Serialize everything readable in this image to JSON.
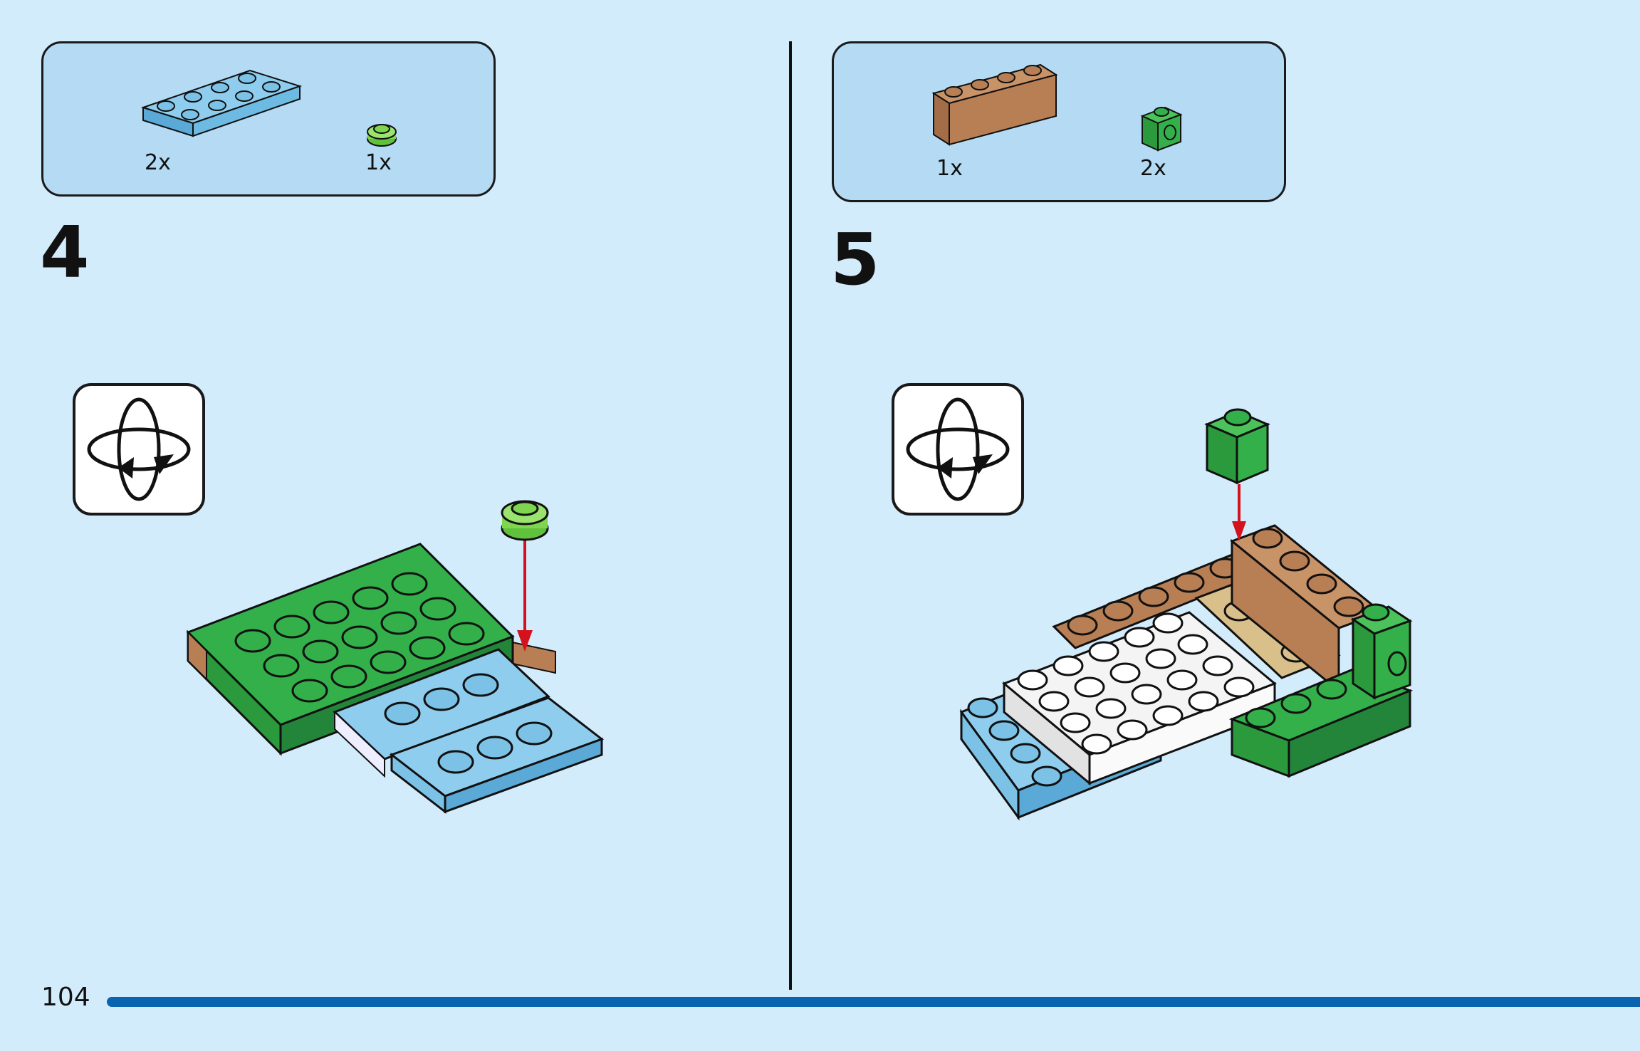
{
  "colors": {
    "background": "#d3ecfb",
    "parts_box": "#b4dbf3",
    "page_bar": "#0a63b0",
    "green_plate": "#33b04a",
    "light_blue": "#7cc2e6",
    "tan": "#b87f55",
    "lime": "#7dd64e",
    "arrow_red": "#d4121e"
  },
  "step4": {
    "number": "4",
    "parts": [
      {
        "name": "light-blue-plate-2x4",
        "qty": "2x"
      },
      {
        "name": "lime-round-plate-1x1",
        "qty": "1x"
      }
    ],
    "rotate_icon": "rotate-model-icon"
  },
  "step5": {
    "number": "5",
    "parts": [
      {
        "name": "tan-brick-1x4",
        "qty": "1x"
      },
      {
        "name": "green-brick-1x1-side-stud",
        "qty": "2x"
      }
    ],
    "rotate_icon": "rotate-model-icon"
  },
  "footer": {
    "page_number": "104"
  }
}
